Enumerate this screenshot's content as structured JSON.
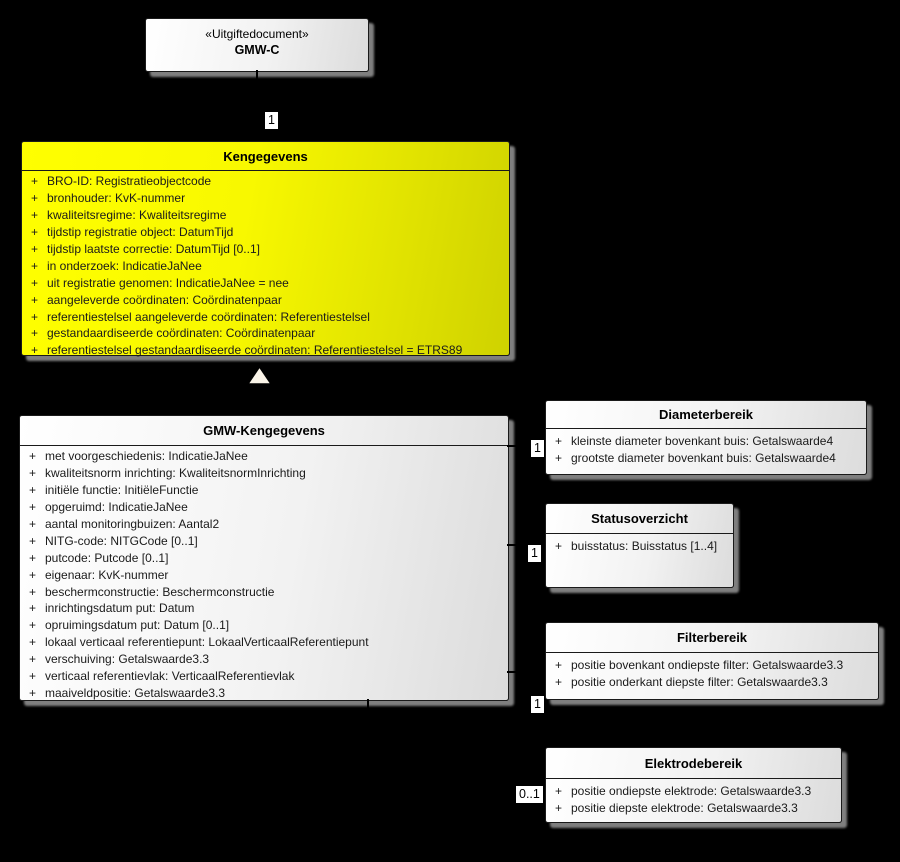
{
  "diagram": {
    "kind": "uml-class-diagram",
    "background_color": "#000000",
    "highlight_color": "#ffff00",
    "box_gradient_end": "#dcdcdc",
    "shadow_color": "#8a8a8a"
  },
  "top_object": {
    "stereotype": "«Uitgiftedocument»",
    "name": "GMW-C"
  },
  "multiplicities": {
    "uitgiftedocument_kengegevens": "1",
    "diameterbereik": "1",
    "statusoverzicht": "1",
    "filterbereik": "1",
    "elektrodebereik": "0..1"
  },
  "classes": {
    "kengegevens": {
      "title": "Kengegevens",
      "attributes": [
        {
          "vis": "+",
          "text": "BRO-ID: Registratieobjectcode"
        },
        {
          "vis": "+",
          "text": "bronhouder: KvK-nummer"
        },
        {
          "vis": "+",
          "text": "kwaliteitsregime: Kwaliteitsregime"
        },
        {
          "vis": "+",
          "text": "tijdstip registratie object: DatumTijd"
        },
        {
          "vis": "+",
          "text": "tijdstip laatste correctie: DatumTijd [0..1]"
        },
        {
          "vis": "+",
          "text": "in onderzoek: IndicatieJaNee"
        },
        {
          "vis": "+",
          "text": "uit registratie genomen: IndicatieJaNee = nee"
        },
        {
          "vis": "+",
          "text": "aangeleverde coördinaten: Coördinatenpaar"
        },
        {
          "vis": "+",
          "text": "referentiestelsel aangeleverde coördinaten: Referentiestelsel"
        },
        {
          "vis": "+",
          "text": "gestandaardiseerde coördinaten: Coördinatenpaar"
        },
        {
          "vis": "+",
          "text": "referentiestelsel gestandaardiseerde coördinaten: Referentiestelsel = ETRS89"
        }
      ]
    },
    "gmw": {
      "title": "GMW-Kengegevens",
      "attributes": [
        {
          "vis": "+",
          "text": "met voorgeschiedenis: IndicatieJaNee"
        },
        {
          "vis": "+",
          "text": "kwaliteitsnorm inrichting: KwaliteitsnormInrichting"
        },
        {
          "vis": "+",
          "text": "initiële functie: InitiëleFunctie"
        },
        {
          "vis": "+",
          "text": "opgeruimd: IndicatieJaNee"
        },
        {
          "vis": "+",
          "text": "aantal monitoringbuizen: Aantal2"
        },
        {
          "vis": "+",
          "text": "NITG-code: NITGCode [0..1]"
        },
        {
          "vis": "+",
          "text": "putcode: Putcode [0..1]"
        },
        {
          "vis": "+",
          "text": "eigenaar: KvK-nummer"
        },
        {
          "vis": "+",
          "text": "beschermconstructie: Beschermconstructie"
        },
        {
          "vis": "+",
          "text": "inrichtingsdatum put: Datum"
        },
        {
          "vis": "+",
          "text": "opruimingsdatum put: Datum [0..1]"
        },
        {
          "vis": "+",
          "text": "lokaal verticaal referentiepunt: LokaalVerticaalReferentiepunt"
        },
        {
          "vis": "+",
          "text": "verschuiving: Getalswaarde3.3"
        },
        {
          "vis": "+",
          "text": "verticaal referentievlak: VerticaalReferentievlak"
        },
        {
          "vis": "+",
          "text": "maaiveldpositie: Getalswaarde3.3"
        }
      ]
    },
    "diameter": {
      "title": "Diameterbereik",
      "attributes": [
        {
          "vis": "+",
          "text": "kleinste diameter bovenkant buis: Getalswaarde4"
        },
        {
          "vis": "+",
          "text": "grootste diameter bovenkant buis: Getalswaarde4"
        }
      ]
    },
    "status": {
      "title": "Statusoverzicht",
      "attributes": [
        {
          "vis": "+",
          "text": "buisstatus: Buisstatus [1..4]"
        }
      ]
    },
    "filter": {
      "title": "Filterbereik",
      "attributes": [
        {
          "vis": "+",
          "text": "positie bovenkant ondiepste filter: Getalswaarde3.3"
        },
        {
          "vis": "+",
          "text": "positie onderkant diepste filter: Getalswaarde3.3"
        }
      ]
    },
    "elektrode": {
      "title": "Elektrodebereik",
      "attributes": [
        {
          "vis": "+",
          "text": "positie ondiepste elektrode: Getalswaarde3.3"
        },
        {
          "vis": "+",
          "text": "positie diepste elektrode: Getalswaarde3.3"
        }
      ]
    }
  }
}
